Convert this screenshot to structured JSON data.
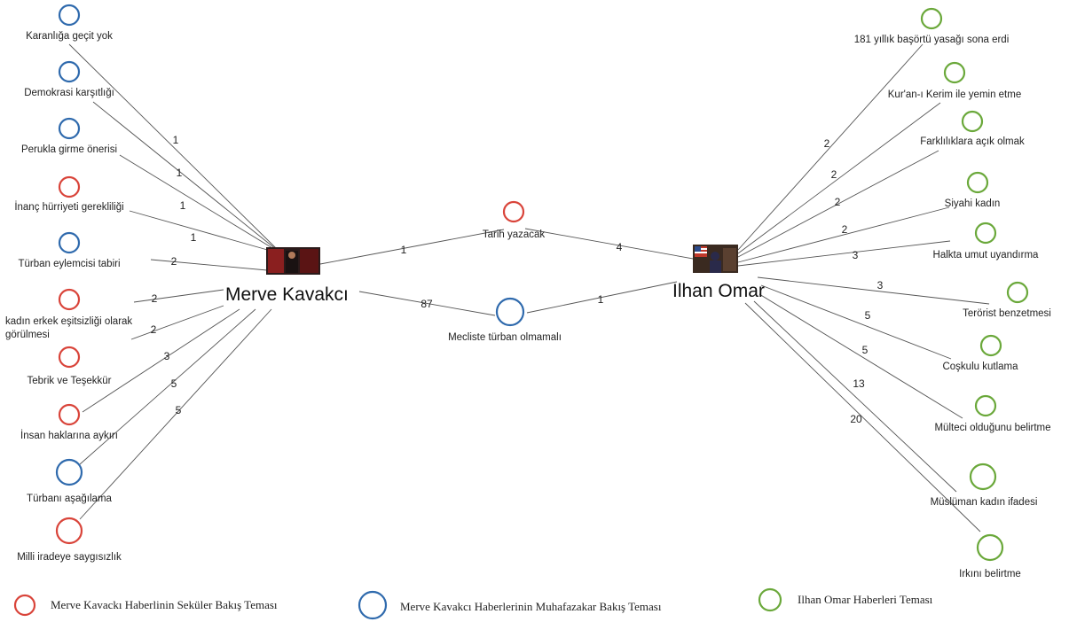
{
  "colors": {
    "secular": "#d9443a",
    "conservative": "#2f6aad",
    "omar": "#6aa83a"
  },
  "hubs": {
    "merve": {
      "name": "Merve Kavakcı"
    },
    "omar": {
      "name": "Ilhan Omar"
    }
  },
  "nodes": [
    {
      "id": "n1",
      "label": "Karanlığa geçit yok",
      "cat": "conservative",
      "weight": "1"
    },
    {
      "id": "n2",
      "label": "Demokrasi karşıtlığı",
      "cat": "conservative",
      "weight": "1"
    },
    {
      "id": "n3",
      "label": "Perukla girme önerisi",
      "cat": "conservative",
      "weight": "1"
    },
    {
      "id": "n4",
      "label": "İnanç hürriyeti gerekliliği",
      "cat": "secular",
      "weight": "1"
    },
    {
      "id": "n5",
      "label": "Türban eylemcisi tabiri",
      "cat": "conservative",
      "weight": "2"
    },
    {
      "id": "n6",
      "label": "kadın erkek eşitsizliği olarak",
      "label2": "görülmesi",
      "cat": "secular",
      "weight": "2"
    },
    {
      "id": "n7",
      "label": "Tebrik ve Teşekkür",
      "cat": "secular",
      "weight": "2"
    },
    {
      "id": "n8",
      "label": "İnsan haklarına aykırı",
      "cat": "secular",
      "weight": "3"
    },
    {
      "id": "n9",
      "label": "Türbanı aşağılama",
      "cat": "conservative",
      "weight": "5"
    },
    {
      "id": "n10",
      "label": "Milli iradeye saygısızlık",
      "cat": "secular",
      "weight": "5"
    },
    {
      "id": "c1",
      "label": "Tarih yazacak",
      "cat": "secular",
      "wMerve": "1",
      "wOmar": "4"
    },
    {
      "id": "c2",
      "label": "Mecliste türban olmamalı",
      "cat": "conservative",
      "wMerve": "87",
      "wOmar": "1"
    },
    {
      "id": "o1",
      "label": "181 yıllık başörtü yasağı sona erdi",
      "cat": "omar",
      "weight": "2"
    },
    {
      "id": "o2",
      "label": "Kur'an-ı Kerim ile yemin etme",
      "cat": "omar",
      "weight": "2"
    },
    {
      "id": "o3",
      "label": "Farklılıklara açık olmak",
      "cat": "omar",
      "weight": "2"
    },
    {
      "id": "o4",
      "label": "Siyahi kadın",
      "cat": "omar",
      "weight": "2"
    },
    {
      "id": "o5",
      "label": "Halkta umut uyandırma",
      "cat": "omar",
      "weight": "3"
    },
    {
      "id": "o6",
      "label": "Terörist benzetmesi",
      "cat": "omar",
      "weight": "3"
    },
    {
      "id": "o7",
      "label": "Coşkulu kutlama",
      "cat": "omar",
      "weight": "5"
    },
    {
      "id": "o8",
      "label": "Mülteci olduğunu belirtme",
      "cat": "omar",
      "weight": "5"
    },
    {
      "id": "o9",
      "label": "Müslüman kadın ifadesi",
      "cat": "omar",
      "weight": "13"
    },
    {
      "id": "o10",
      "label": "Irkını belirtme",
      "cat": "omar",
      "weight": "20"
    }
  ],
  "legend": [
    {
      "cat": "secular",
      "label": "Merve Kavackı Haberlinin Seküler Bakış Teması"
    },
    {
      "cat": "conservative",
      "label": "Merve Kavakcı Haberlerinin Muhafazakar Bakış Teması"
    },
    {
      "cat": "omar",
      "label": "Ilhan Omar Haberleri Teması"
    }
  ]
}
